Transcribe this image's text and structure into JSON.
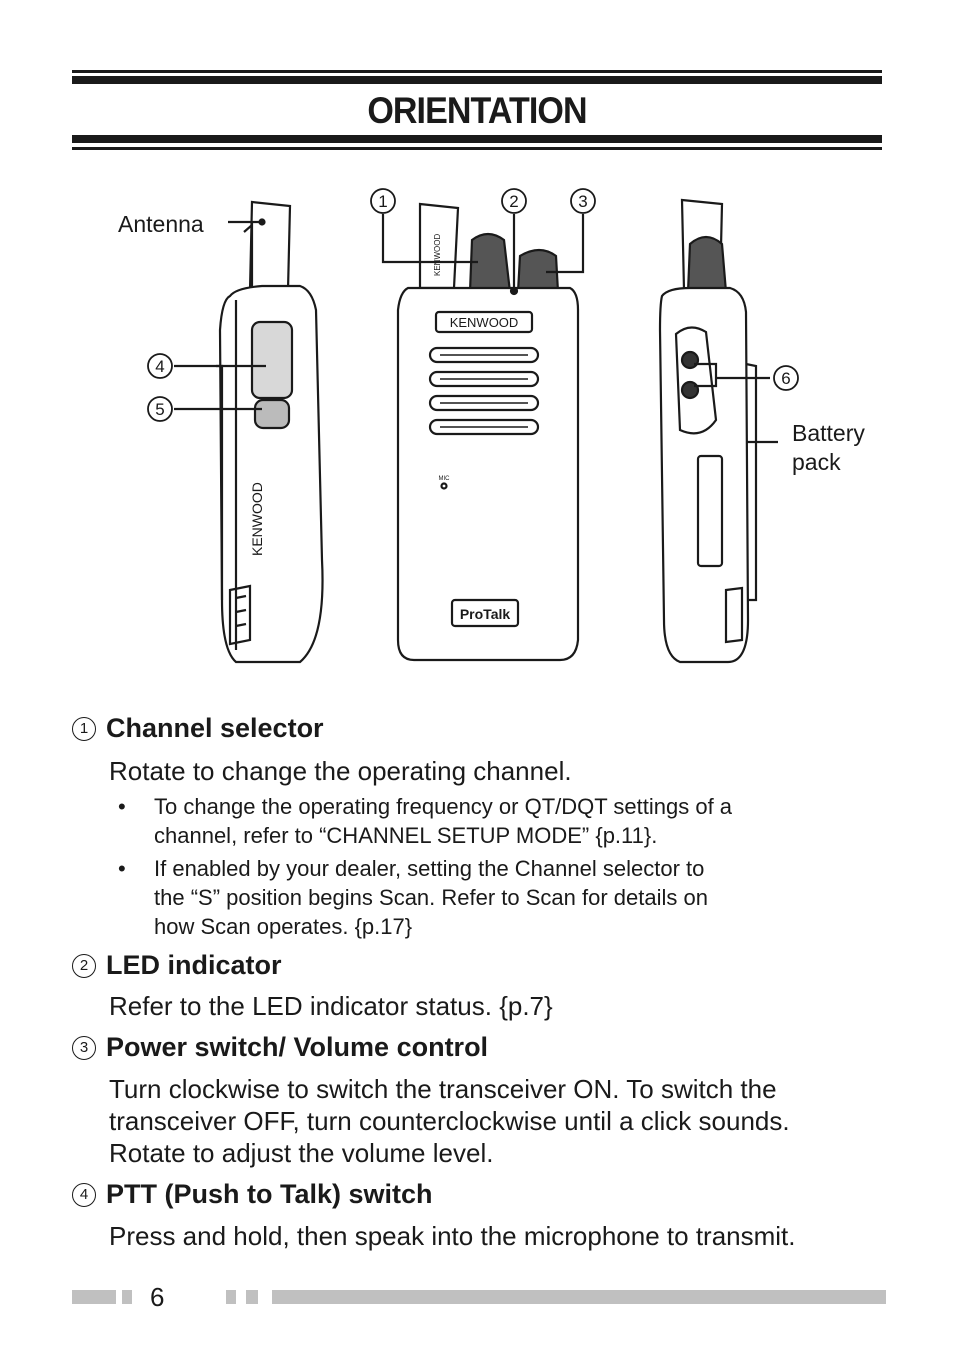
{
  "header": {
    "title": "ORIENTATION"
  },
  "figure": {
    "antenna_label": "Antenna",
    "battery_label_line1": "Battery",
    "battery_label_line2": "pack",
    "callouts": [
      "1",
      "2",
      "3",
      "4",
      "5",
      "6"
    ],
    "brand_text": "KENWOOD",
    "model_text": "ProTalk",
    "mic_text": "MIC"
  },
  "items": [
    {
      "number": "1",
      "title": "Channel selector",
      "description": "Rotate to change the operating channel.",
      "bullets": [
        [
          "To change the operating frequency or QT/DQT settings of a",
          "channel, refer to “CHANNEL SETUP MODE” {p.11}."
        ],
        [
          "If enabled by your dealer, setting the Channel selector to",
          "the “S” position begins Scan. Refer to Scan for details on",
          "how Scan operates. {p.17}"
        ]
      ]
    },
    {
      "number": "2",
      "title": "LED indicator",
      "description": "Refer to the LED indicator status. {p.7}"
    },
    {
      "number": "3",
      "title": "Power switch/ Volume control",
      "description_lines": [
        "Turn clockwise to switch the transceiver ON.  To switch the",
        "transceiver OFF, turn counterclockwise until a click sounds.",
        "Rotate to adjust the volume level."
      ]
    },
    {
      "number": "4",
      "title": "PTT (Push to Talk) switch",
      "description": "Press and hold, then speak into the microphone to transmit."
    }
  ],
  "footer": {
    "page_number": "6"
  }
}
